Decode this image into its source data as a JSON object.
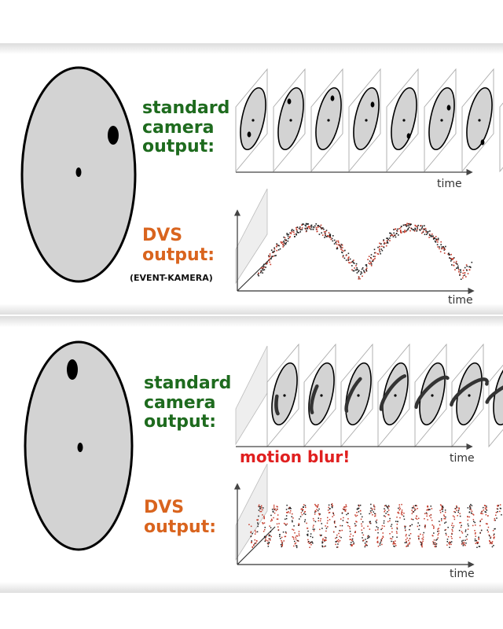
{
  "colors": {
    "label_green": "#1e6b1e",
    "label_orange": "#d9641e",
    "motion_blur_red": "#e02020",
    "disk_fill": "#d3d3d3",
    "event_red": "#c43a2a",
    "event_dark": "#222222"
  },
  "top": {
    "standard": [
      "standard",
      "camera",
      "output:"
    ],
    "dvs": [
      "DVS",
      "output:"
    ],
    "event_camera": "(EVENT-KAMERA)",
    "time_top": "time",
    "time_bottom": "time"
  },
  "bottom": {
    "standard": [
      "standard",
      "camera",
      "output:"
    ],
    "motion_blur": "motion blur!",
    "dvs": [
      "DVS",
      "output:"
    ],
    "time_top": "time",
    "time_bottom": "time"
  }
}
